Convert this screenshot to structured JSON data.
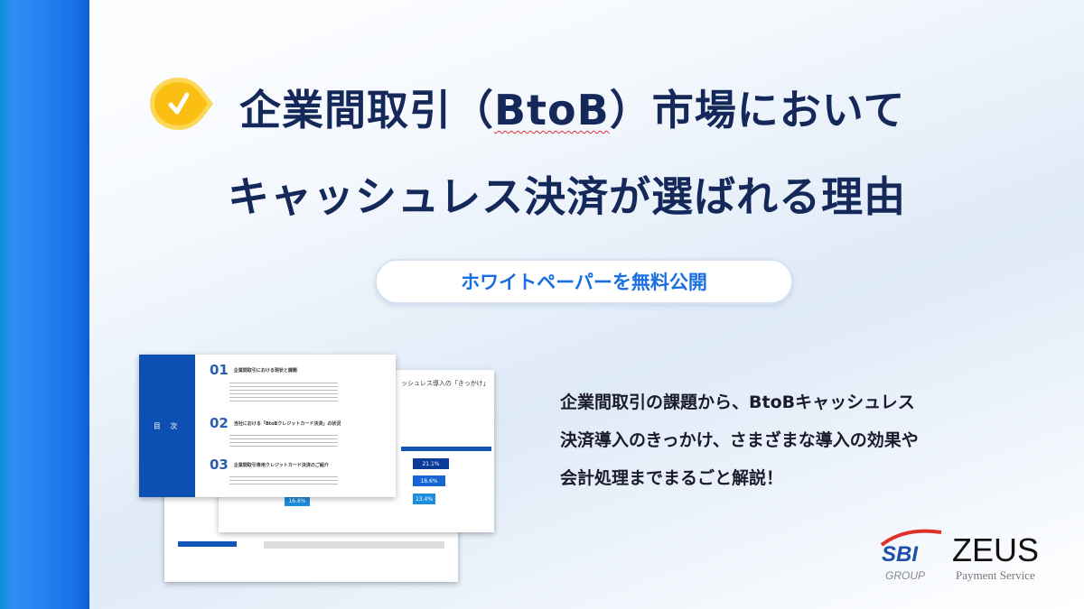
{
  "headline": {
    "line1_pre": "企業間取引（",
    "line1_em": "BtoB",
    "line1_post": "）市場において",
    "line2": "キャッシュレス決済が選ばれる理由",
    "check_icon": "check-icon"
  },
  "badge": "ホワイトペーパーを無料公開",
  "description": [
    "企業間取引の課題から、BtoBキャッシュレス",
    "決済導入のきっかけ、さまざまな導入の効果や",
    "会計処理までまるごと解説！"
  ],
  "preview": {
    "toc_label": "目 次",
    "sections": [
      {
        "num": "01",
        "title": "企業間取引における現状と課題"
      },
      {
        "num": "02",
        "title": "当社における「BtoBクレジットカード決済」の状況"
      },
      {
        "num": "03",
        "title": "企業間取引専用クレジットカード決済のご紹介"
      }
    ],
    "page2_heading": "ッシュレス導入の「きっかけ」",
    "values": [
      "21.1%",
      "18.6%",
      "13.4%",
      "16.8%"
    ]
  },
  "logos": {
    "sbi": "SBI",
    "sbi_sub": "GROUP",
    "zeus": "ZEUS",
    "zeus_sub": "Payment Service"
  },
  "colors": {
    "navy": "#14285a",
    "accent": "#1a6fe0",
    "yellow": "#fbbf14",
    "sidebar": "#1a73e8"
  }
}
